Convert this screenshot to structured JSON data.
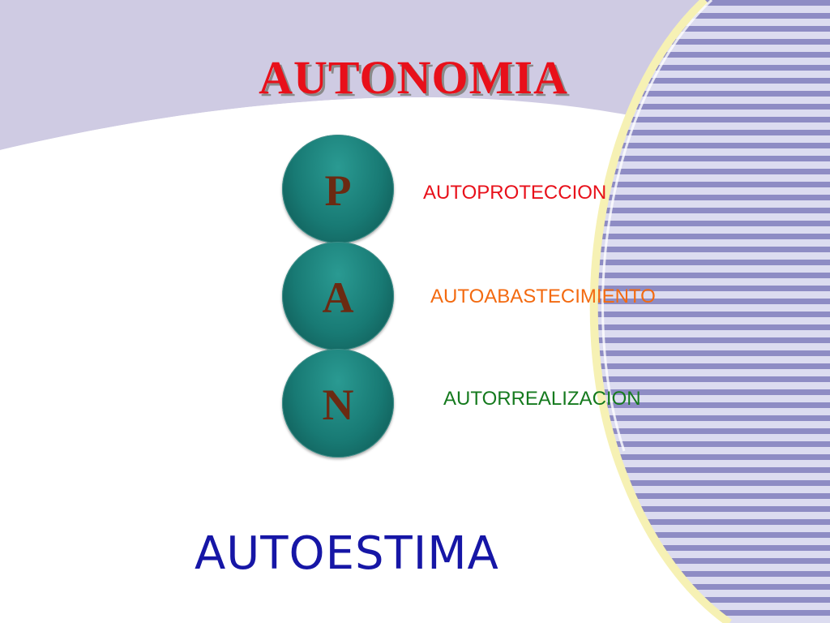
{
  "title": "AUTONOMIA",
  "items": [
    {
      "letter": "P",
      "label": "AUTOPROTECCION",
      "color": "#e8101a"
    },
    {
      "letter": "A",
      "label": "AUTOABASTECIMIENTO",
      "color": "#f36a10"
    },
    {
      "letter": "N",
      "label": "AUTORREALIZACION",
      "color": "#157a1e"
    }
  ],
  "footer": "AUTOESTIMA",
  "colors": {
    "lavender": "#cfcbe3",
    "stripe": "#8e8cc4",
    "accent_yellow": "#f6f1b4",
    "circle": "#187a74"
  }
}
